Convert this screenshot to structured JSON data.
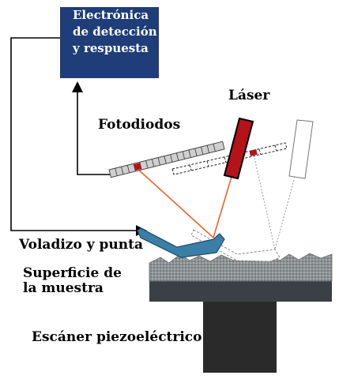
{
  "electronics_box": {
    "lines": [
      "Electrónica",
      "de detección",
      "y respuesta"
    ],
    "fill": "#1f3d78"
  },
  "labels": {
    "laser": "Láser",
    "photodiodes": "Fotodiodos",
    "cantilever": "Voladizo y punta",
    "surface_line1": "Superficie de",
    "surface_line2": "la muestra",
    "scanner": "Escáner piezoeléctrico"
  },
  "colors": {
    "laser_body": "#b5121b",
    "beam": "#f0622b",
    "cantilever": "#3b7fa8",
    "scanner": "#2a2a2a",
    "sample_top": "#8a8e91",
    "sample_base": "#3a4045"
  }
}
